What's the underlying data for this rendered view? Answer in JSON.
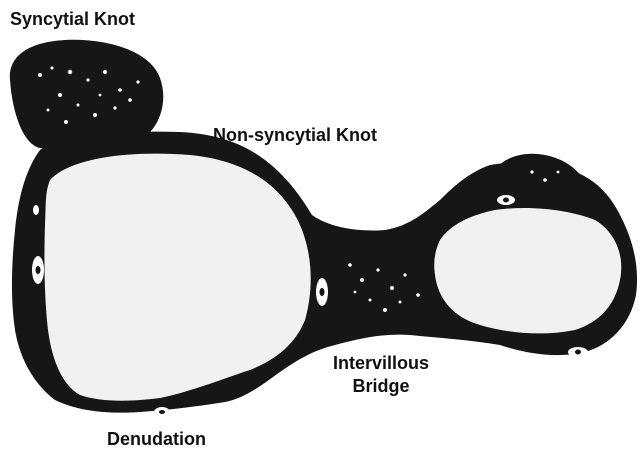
{
  "labels": {
    "syncytial_knot": "Syncytial Knot",
    "non_syncytial_knot": "Non-syncytial Knot",
    "intervillous_bridge_line1": "Intervillous",
    "intervillous_bridge_line2": "Bridge",
    "denudation": "Denudation"
  },
  "colors": {
    "tissue": "#161616",
    "villus_core": "#f1f1f1",
    "nuclei": "#ffffff",
    "background": "#ffffff"
  }
}
